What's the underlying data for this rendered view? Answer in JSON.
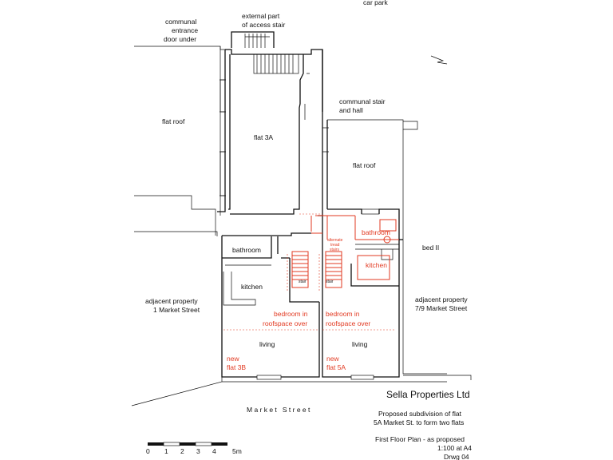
{
  "labels": {
    "car_park": "car park",
    "external_stair": [
      "external part",
      "of access stair"
    ],
    "communal_entrance": [
      "communal",
      "entrance",
      "door under"
    ],
    "flat_roof_left": "flat roof",
    "flat_3a": "flat 3A",
    "communal_stair_hall": [
      "communal stair",
      "and hall"
    ],
    "flat_roof_right": "flat roof",
    "bathroom_3b": "bathroom",
    "bathroom_5a": "bathroom",
    "kitchen_3b": "kitchen",
    "kitchen_5a": "kitchen",
    "bed_ii": "bed II",
    "alternate_tread_stairs": [
      "alternate",
      "tread",
      "stairs"
    ],
    "stair_a": "stair",
    "stair_b": "stair",
    "adjacent_left": [
      "adjacent property",
      "1 Market Street"
    ],
    "adjacent_right": [
      "adjacent property",
      "7/9 Market Street"
    ],
    "bedroom_left": [
      "bedroom in",
      "roofspace over"
    ],
    "bedroom_right": [
      "bedroom in",
      "roofspace over"
    ],
    "living_left": "living",
    "living_right": "living",
    "new_flat_3b": [
      "new",
      "flat 3B"
    ],
    "new_flat_5a": [
      "new",
      "flat 5A"
    ],
    "market_street": "M a r k e t   S t r e e t"
  },
  "title_block": {
    "company": "Sella Properties Ltd",
    "subtitle": [
      "Proposed subdivision of flat",
      "5A Market St. to form two flats"
    ],
    "drawing": [
      "First Floor Plan - as proposed",
      "1:100 at A4",
      "Drwg 04"
    ]
  },
  "scale_bar": {
    "ticks": [
      "0",
      "1",
      "2",
      "3",
      "4",
      "5m"
    ]
  },
  "colors": {
    "existing": "#111111",
    "proposed": "#e23a22"
  }
}
